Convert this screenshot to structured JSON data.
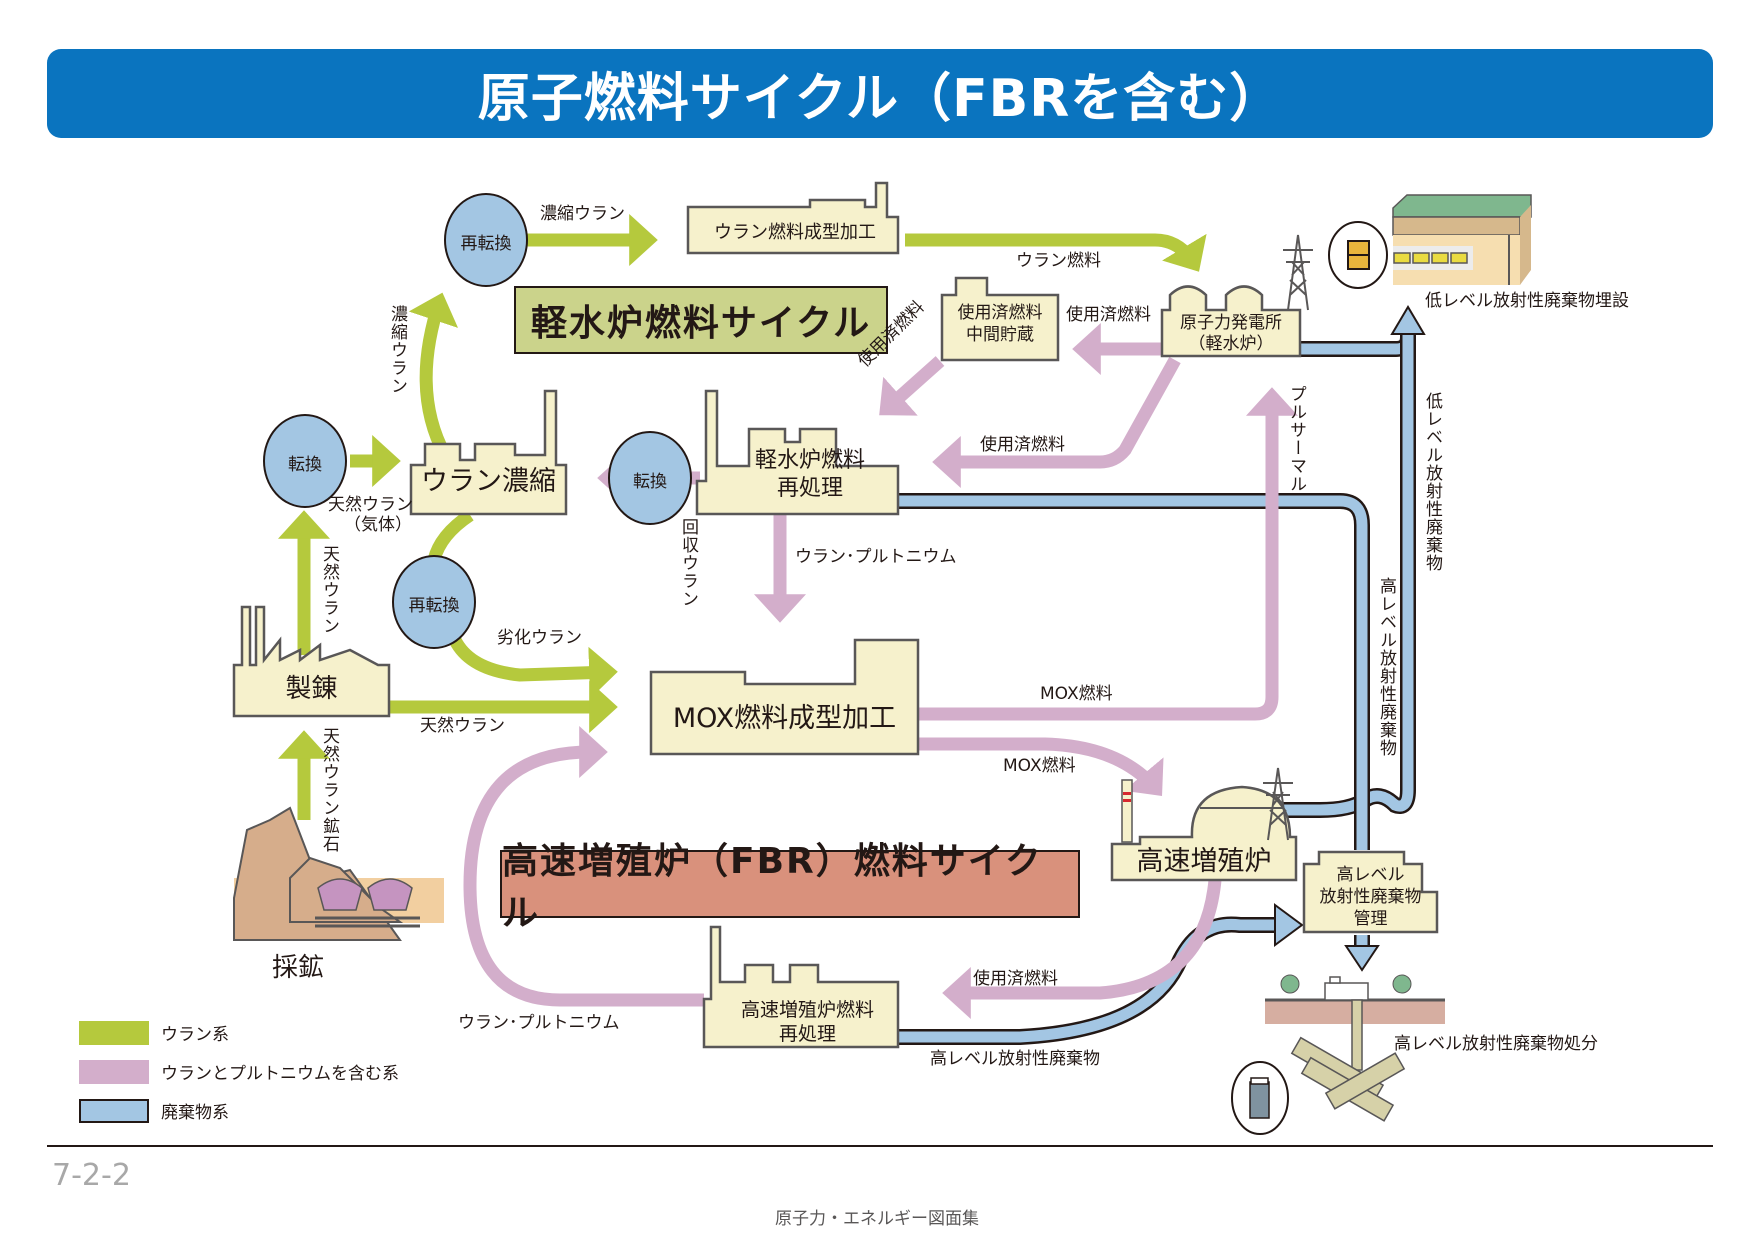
{
  "header": {
    "title": "原子燃料サイクル（FBRを含む）"
  },
  "colors": {
    "uranium": "#b5c93d",
    "pu": "#d3aecb",
    "waste": "#a3c6e3",
    "facility": "#f6f1cc",
    "header": "#0a74bf"
  },
  "cycles": {
    "lwr": "軽水炉燃料サイクル",
    "fbr": "高速増殖炉（FBR）燃料サイクル"
  },
  "facilities": {
    "mining": "採鉱",
    "refining": "製錬",
    "enrichment": "ウラン濃縮",
    "uranium_fab": "ウラン燃料成型加工",
    "npp": [
      "原子力発電所",
      "（軽水炉）"
    ],
    "interim_storage": [
      "使用済燃料",
      "中間貯蔵"
    ],
    "lwr_reprocessing": [
      "軽水炉燃料",
      "再処理"
    ],
    "mox_fab": "MOX燃料成型加工",
    "fbr": "高速増殖炉",
    "fbr_reprocessing": [
      "高速増殖炉燃料",
      "再処理"
    ],
    "hlw_mgmt": [
      "高レベル",
      "放射性廃棄物",
      "管理"
    ],
    "llw_burial": "低レベル放射性廃棄物埋設",
    "hlw_disposal": "高レベル放射性廃棄物処分"
  },
  "circles": {
    "conversion1": "転換",
    "reconversion_top": "再転換",
    "conversion2": "転換",
    "reconversion_bottom": "再転換"
  },
  "flows": {
    "enriched_u_top": "濃縮ウラン",
    "enriched_u_vertical": "濃縮ウラン",
    "uranium_fuel": "ウラン燃料",
    "spent_fuel_storage": "使用済燃料",
    "spent_fuel_diag": "使用済燃料",
    "spent_fuel_reproc": "使用済燃料",
    "pluthermal": "プルサーマル",
    "llw_vertical": "低レベル放射性廃棄物",
    "natural_u_gas": [
      "天然ウラン",
      "（気体）"
    ],
    "natural_u_vertical": "天然ウラン",
    "natural_u_ore": "天然ウラン鉱石",
    "recovered_u": "回収ウラン",
    "u_pu_down": "ウラン･プルトニウム",
    "depleted_u": "劣化ウラン",
    "natural_u_h": "天然ウラン",
    "mox_fuel_top": "MOX燃料",
    "mox_fuel_bottom": "MOX燃料",
    "hlw_vertical": "高レベル放射性廃棄物",
    "spent_fuel_fbr": "使用済燃料",
    "u_pu_fbr": "ウラン･プルトニウム",
    "hlw_fbr": "高レベル放射性廃棄物"
  },
  "legend": [
    {
      "label": "ウラン系",
      "color": "#b5c93d",
      "bordered": false
    },
    {
      "label": "ウランとプルトニウムを含む系",
      "color": "#d3aecb",
      "bordered": false
    },
    {
      "label": "廃棄物系",
      "color": "#a3c6e3",
      "bordered": true
    }
  ],
  "footer": {
    "page": "7-2-2",
    "title": "原子力・エネルギー図面集"
  }
}
